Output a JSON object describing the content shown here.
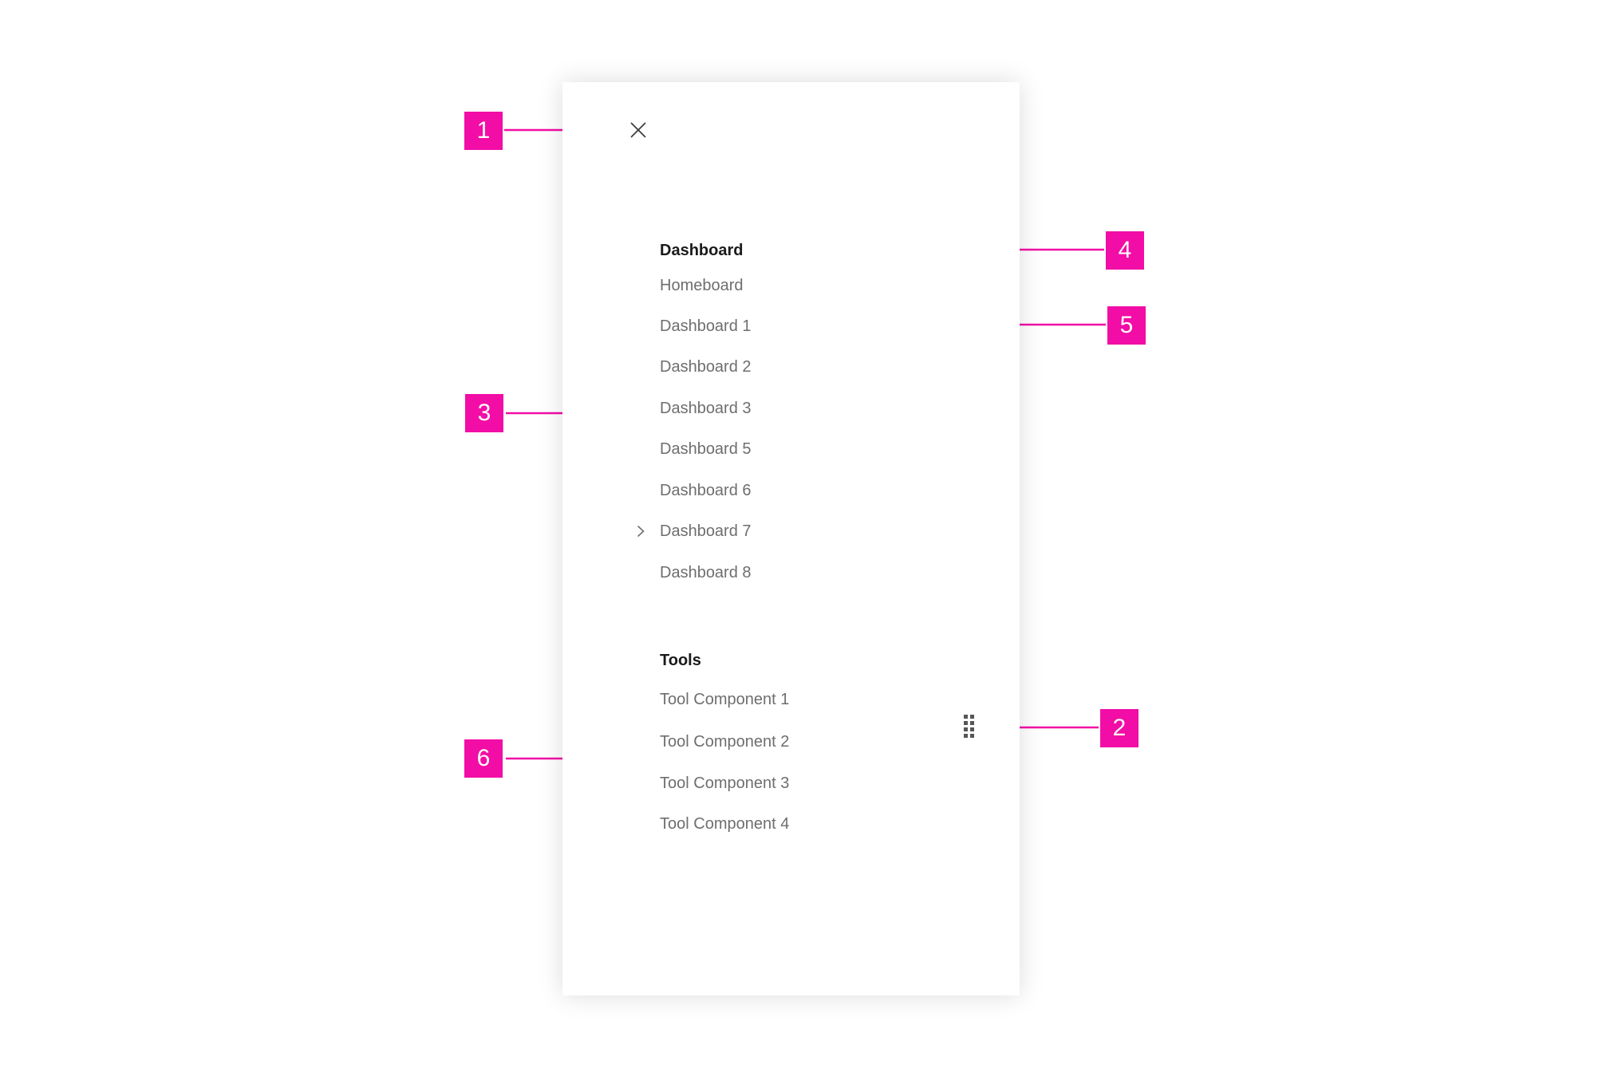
{
  "colors": {
    "annotation_magenta": "#f20da6",
    "heading_text": "#1a1a1a",
    "item_text": "#6e6e6e",
    "icon_gray": "#3d3d3d",
    "handle_gray": "#565656",
    "panel_background": "#ffffff",
    "page_background": "#ffffff"
  },
  "drawer": {
    "close_icon": "close-icon",
    "drag_handle_icon": "drag-handle-icon",
    "sections": [
      {
        "title": "Dashboard",
        "items": [
          {
            "label": "Homeboard"
          },
          {
            "label": "Dashboard 1"
          },
          {
            "label": "Dashboard 2"
          },
          {
            "label": "Dashboard 3"
          },
          {
            "label": "Dashboard 5"
          },
          {
            "label": "Dashboard 6"
          },
          {
            "label": "Dashboard 7",
            "has_chevron": true
          },
          {
            "label": "Dashboard 8"
          }
        ]
      },
      {
        "title": "Tools",
        "items": [
          {
            "label": "Tool Component 1"
          },
          {
            "label": "Tool Component 2"
          },
          {
            "label": "Tool Component 3"
          },
          {
            "label": "Tool Component 4"
          }
        ]
      }
    ]
  },
  "annotations": {
    "markers": [
      {
        "label": "1"
      },
      {
        "label": "2"
      },
      {
        "label": "3"
      },
      {
        "label": "4"
      },
      {
        "label": "5"
      },
      {
        "label": "6"
      }
    ]
  }
}
